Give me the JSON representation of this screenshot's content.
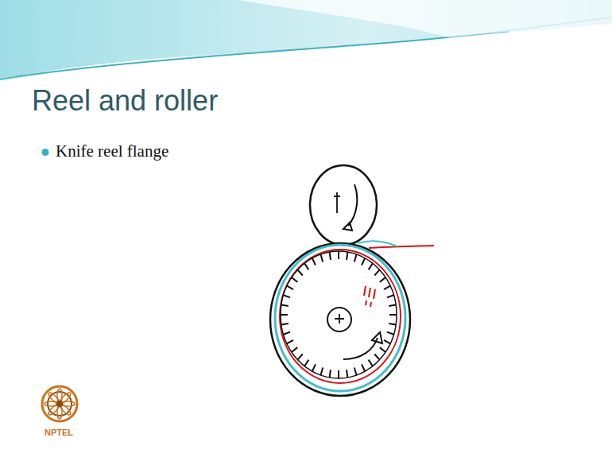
{
  "diagram": {
    "title": "Reel and roller",
    "labels": [
      "Knife reel flange",
      "NPTEL"
    ]
  }
}
